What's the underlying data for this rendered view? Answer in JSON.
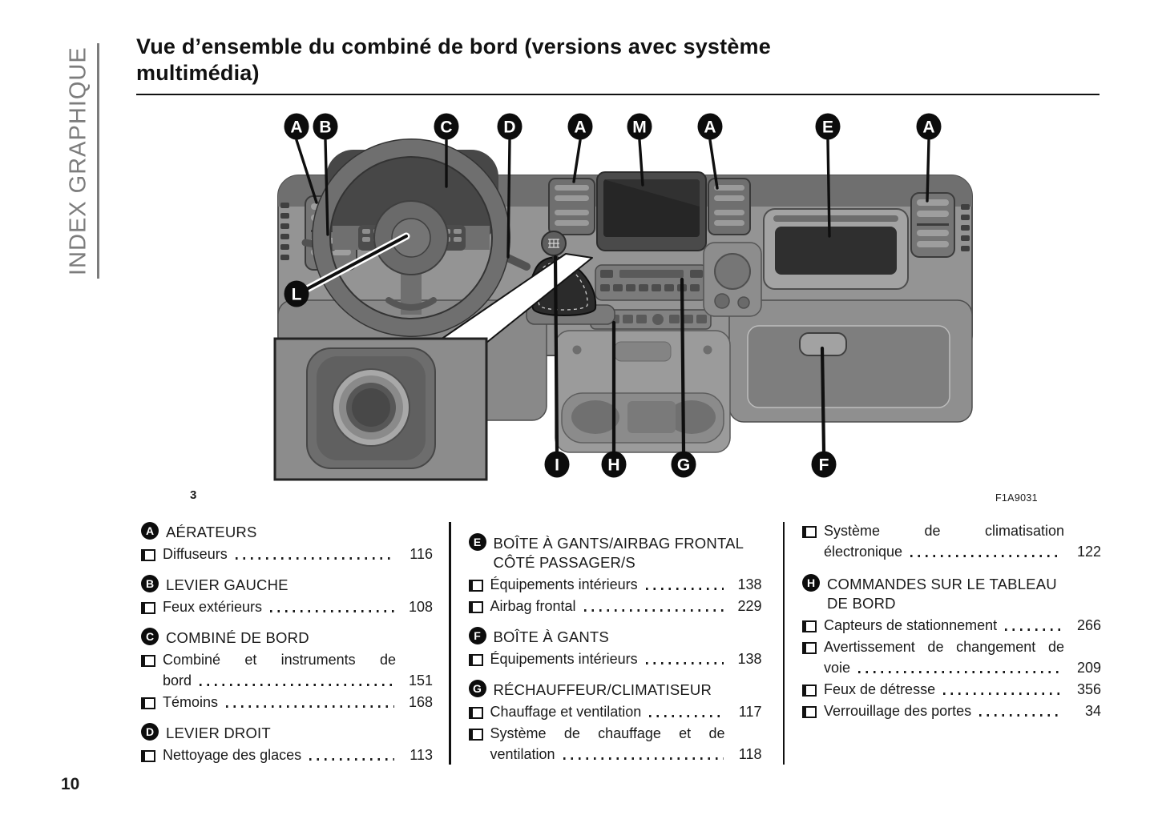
{
  "sidebar": {
    "label": "INDEX GRAPHIQUE"
  },
  "header": {
    "title_line1": "Vue d’ensemble du combiné de bord (versions avec système",
    "title_line2": "multimédia)"
  },
  "figure": {
    "number": "3",
    "code": "F1A9031"
  },
  "footer": {
    "page_number": "10"
  },
  "callouts": {
    "top": [
      "A",
      "B",
      "C",
      "D",
      "A",
      "M",
      "A",
      "E",
      "A"
    ],
    "wheel": "L",
    "bottom": [
      "I",
      "H",
      "G",
      "F"
    ]
  },
  "colors": {
    "callout_bg": "#0c0c0c",
    "callout_text": "#ffffff",
    "text": "#1a1a1a",
    "sidebar_gray": "#7c7c7c"
  },
  "index": {
    "columns": [
      {
        "blocks": [
          {
            "type": "section",
            "letter": "A",
            "title": "AÉRATEURS"
          },
          {
            "type": "item",
            "label": "Diffuseurs",
            "page": "116"
          },
          {
            "type": "section",
            "letter": "B",
            "title": "LEVIER GAUCHE"
          },
          {
            "type": "item",
            "label": "Feux extérieurs",
            "page": "108"
          },
          {
            "type": "section",
            "letter": "C",
            "title": "COMBINÉ DE BORD"
          },
          {
            "type": "item2",
            "line1": "Combiné et instruments de",
            "line2": "bord",
            "page": "151"
          },
          {
            "type": "item",
            "label": "Témoins",
            "page": "168"
          },
          {
            "type": "section",
            "letter": "D",
            "title": "LEVIER DROIT"
          },
          {
            "type": "item",
            "label": "Nettoyage des glaces",
            "page": "113"
          }
        ]
      },
      {
        "blocks": [
          {
            "type": "section2",
            "letter": "E",
            "title1": "BOÎTE À GANTS/AIRBAG FRONTAL",
            "title2": "CÔTÉ PASSAGER/S"
          },
          {
            "type": "item",
            "label": "Équipements intérieurs",
            "page": "138"
          },
          {
            "type": "item",
            "label": "Airbag frontal",
            "page": "229"
          },
          {
            "type": "section",
            "letter": "F",
            "title": "BOÎTE À GANTS"
          },
          {
            "type": "item",
            "label": "Équipements intérieurs",
            "page": "138"
          },
          {
            "type": "section",
            "letter": "G",
            "title": "RÉCHAUFFEUR/CLIMATISEUR"
          },
          {
            "type": "item",
            "label": "Chauffage et ventilation",
            "page": "117"
          },
          {
            "type": "item2",
            "line1": "Système de chauffage et de",
            "line2": "ventilation",
            "page": "118"
          }
        ]
      },
      {
        "blocks": [
          {
            "type": "item2",
            "line1": "Système de climatisation",
            "line2": "électronique",
            "page": "122"
          },
          {
            "type": "section2",
            "letter": "H",
            "title1": "COMMANDES SUR LE TABLEAU",
            "title2": "DE BORD"
          },
          {
            "type": "item",
            "label": "Capteurs de stationnement",
            "page": "266"
          },
          {
            "type": "item2",
            "line1": "Avertissement de changement de",
            "line2": "voie",
            "page": "209"
          },
          {
            "type": "item",
            "label": "Feux de détresse",
            "page": "356"
          },
          {
            "type": "item",
            "label": "Verrouillage des portes",
            "page": "34"
          }
        ]
      }
    ]
  }
}
